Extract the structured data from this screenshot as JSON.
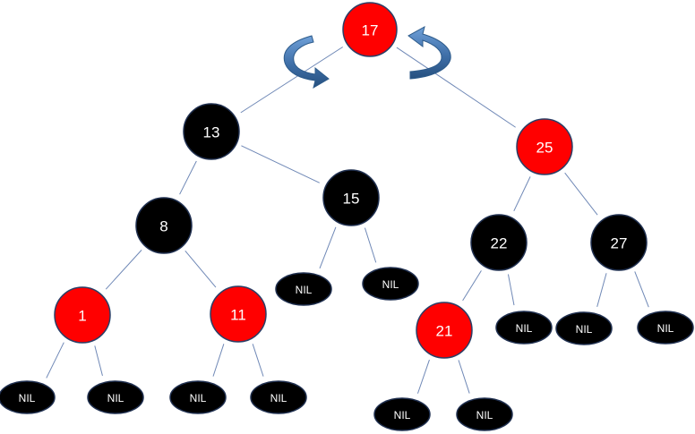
{
  "tree": {
    "nodes": [
      {
        "id": "n17",
        "label": "17",
        "color": "#ff0000"
      },
      {
        "id": "n13",
        "label": "13",
        "color": "#000000"
      },
      {
        "id": "n25",
        "label": "25",
        "color": "#ff0000"
      },
      {
        "id": "n8",
        "label": "8",
        "color": "#000000"
      },
      {
        "id": "n15",
        "label": "15",
        "color": "#000000"
      },
      {
        "id": "n22",
        "label": "22",
        "color": "#000000"
      },
      {
        "id": "n27",
        "label": "27",
        "color": "#000000"
      },
      {
        "id": "n1",
        "label": "1",
        "color": "#ff0000"
      },
      {
        "id": "n11",
        "label": "11",
        "color": "#ff0000"
      },
      {
        "id": "n21",
        "label": "21",
        "color": "#ff0000"
      },
      {
        "id": "nil15a",
        "label": "NIL",
        "color": "#000000"
      },
      {
        "id": "nil15b",
        "label": "NIL",
        "color": "#000000"
      },
      {
        "id": "nil22b",
        "label": "NIL",
        "color": "#000000"
      },
      {
        "id": "nil27a",
        "label": "NIL",
        "color": "#000000"
      },
      {
        "id": "nil27b",
        "label": "NIL",
        "color": "#000000"
      },
      {
        "id": "nil1a",
        "label": "NIL",
        "color": "#000000"
      },
      {
        "id": "nil1b",
        "label": "NIL",
        "color": "#000000"
      },
      {
        "id": "nil11a",
        "label": "NIL",
        "color": "#000000"
      },
      {
        "id": "nil11b",
        "label": "NIL",
        "color": "#000000"
      },
      {
        "id": "nil21a",
        "label": "NIL",
        "color": "#000000"
      },
      {
        "id": "nil21b",
        "label": "NIL",
        "color": "#000000"
      }
    ],
    "edges": [
      [
        "n17",
        "n13"
      ],
      [
        "n17",
        "n25"
      ],
      [
        "n13",
        "n8"
      ],
      [
        "n13",
        "n15"
      ],
      [
        "n25",
        "n22"
      ],
      [
        "n25",
        "n27"
      ],
      [
        "n8",
        "n1"
      ],
      [
        "n8",
        "n11"
      ],
      [
        "n15",
        "nil15a"
      ],
      [
        "n15",
        "nil15b"
      ],
      [
        "n22",
        "n21"
      ],
      [
        "n22",
        "nil22b"
      ],
      [
        "n27",
        "nil27a"
      ],
      [
        "n27",
        "nil27b"
      ],
      [
        "n1",
        "nil1a"
      ],
      [
        "n1",
        "nil1b"
      ],
      [
        "n11",
        "nil11a"
      ],
      [
        "n11",
        "nil11b"
      ],
      [
        "n21",
        "nil21a"
      ],
      [
        "n21",
        "nil21b"
      ]
    ],
    "colors": {
      "red": "#ff0000",
      "black": "#000000",
      "edge": "#6f88b6",
      "arrow": "#4f81bd"
    }
  },
  "rotation_icons": [
    "rotate-left-arrow-icon",
    "rotate-right-arrow-icon"
  ]
}
